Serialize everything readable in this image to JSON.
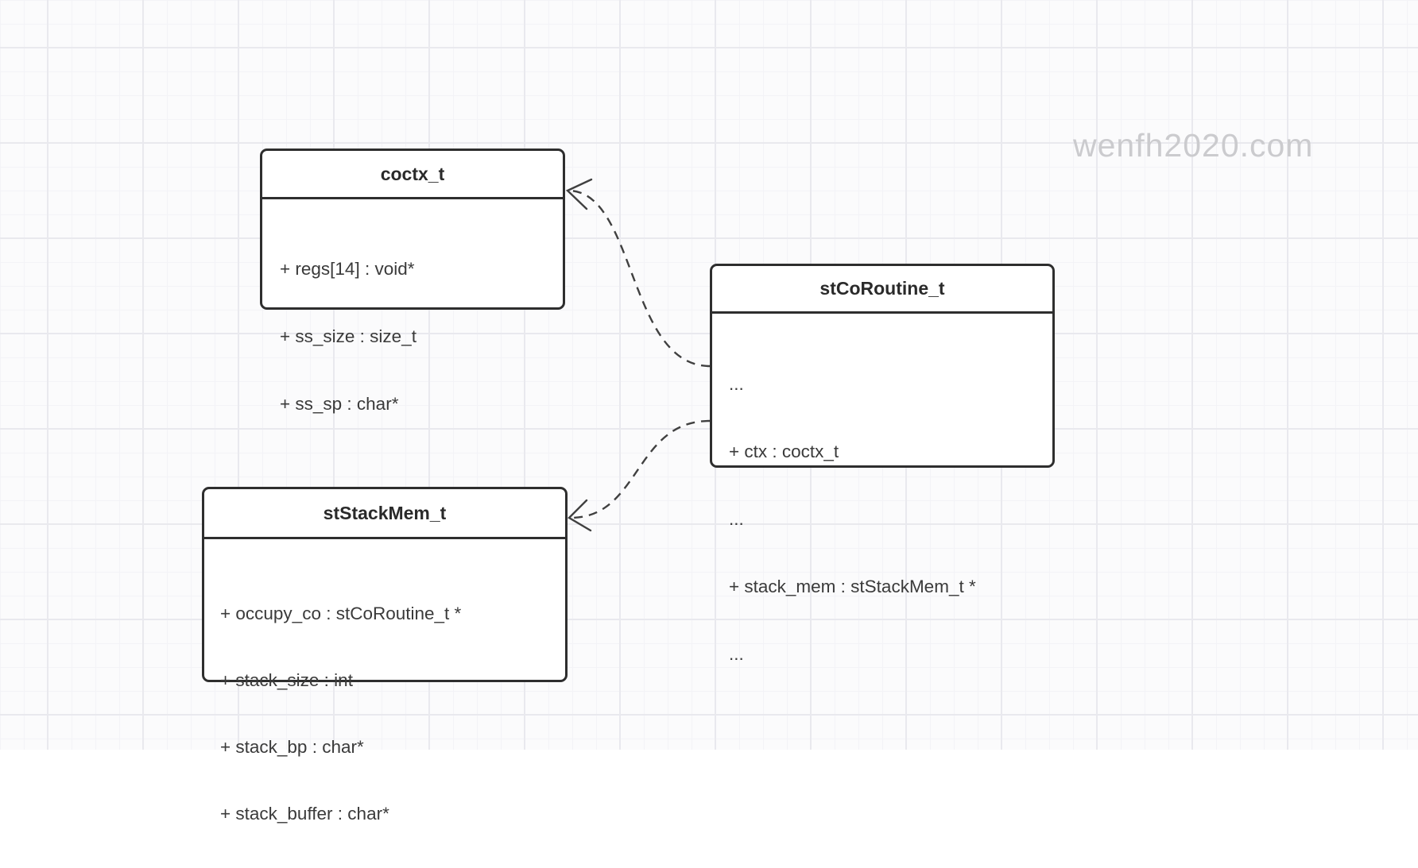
{
  "watermark": "wenfh2020.com",
  "diagram": {
    "classes": [
      {
        "id": "coctx_t",
        "title": "coctx_t",
        "fields": [
          "+ regs[14] : void*",
          "+ ss_size : size_t",
          "+ ss_sp : char*"
        ]
      },
      {
        "id": "stCoRoutine_t",
        "title": "stCoRoutine_t",
        "fields": [
          "...",
          "+ ctx : coctx_t",
          "...",
          "+ stack_mem : stStackMem_t *",
          "..."
        ]
      },
      {
        "id": "stStackMem_t",
        "title": "stStackMem_t",
        "fields": [
          "+ occupy_co : stCoRoutine_t *",
          "+ stack_size : int",
          "+ stack_bp : char*",
          "+ stack_buffer : char*"
        ]
      }
    ],
    "connections": [
      {
        "from": "stCoRoutine_t.ctx",
        "to": "coctx_t",
        "style": "dashed, open arrow"
      },
      {
        "from": "stCoRoutine_t.stack_mem",
        "to": "stStackMem_t",
        "style": "dashed, open arrow"
      }
    ]
  },
  "colors": {
    "canvas_bg": "#fbfbfc",
    "grid_minor": "#f3f3f7",
    "grid_major": "#e9e9ee",
    "box_border": "#2e2e2e",
    "box_bg": "#ffffff",
    "text": "#3a3a3a",
    "connector": "#404040",
    "watermark": "#cbcbce"
  }
}
